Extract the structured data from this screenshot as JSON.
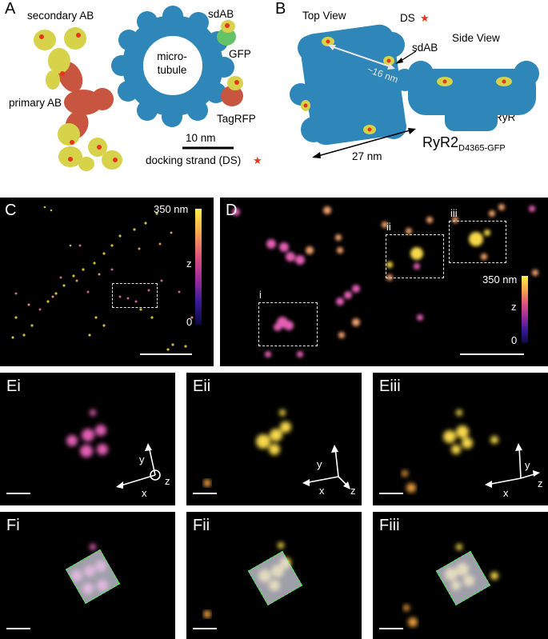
{
  "panels": {
    "A": {
      "label": "A",
      "secondary_ab": "secondary AB",
      "primary_ab": "primary AB",
      "microtubule": "micro-\ntubule",
      "microtubule_l1": "micro-",
      "microtubule_l2": "tubule",
      "sdab": "sdAB",
      "gfp": "GFP",
      "tagrfp": "TagRFP",
      "scale": "10 nm",
      "docking_strand": "docking strand (DS)",
      "star": "★"
    },
    "B": {
      "label": "B",
      "top_view": "Top View",
      "ds": "DS",
      "star": "★",
      "sdab": "sdAB",
      "side_view": "Side View",
      "dist_16": "~16 nm",
      "ryr": "RyR",
      "dist_27": "27 nm",
      "ryr2": "RyR2",
      "ryr2_sub": "D4365-GFP"
    },
    "C": {
      "label": "C",
      "cbar_max": "350 nm",
      "cbar_axis": "z",
      "cbar_min": "0"
    },
    "D": {
      "label": "D",
      "cbar_max": "350 nm",
      "cbar_axis": "z",
      "cbar_min": "0",
      "roi_i": "i",
      "roi_ii": "ii",
      "roi_iii": "iii"
    },
    "E": [
      {
        "label": "Ei",
        "x": "x",
        "y": "y",
        "z": "z"
      },
      {
        "label": "Eii",
        "x": "x",
        "y": "y",
        "z": "z"
      },
      {
        "label": "Eiii",
        "x": "x",
        "y": "y",
        "z": "z"
      }
    ],
    "F": [
      {
        "label": "Fi"
      },
      {
        "label": "Fii"
      },
      {
        "label": "Fiii"
      }
    ]
  },
  "colors": {
    "protein_blue": "#2f86b9",
    "antibody_yellow": "#d6d24a",
    "primary_red": "#c8553f",
    "gfp_green": "#66c266",
    "star_red": "#e8341c",
    "roi_green": "#39ff3a"
  }
}
